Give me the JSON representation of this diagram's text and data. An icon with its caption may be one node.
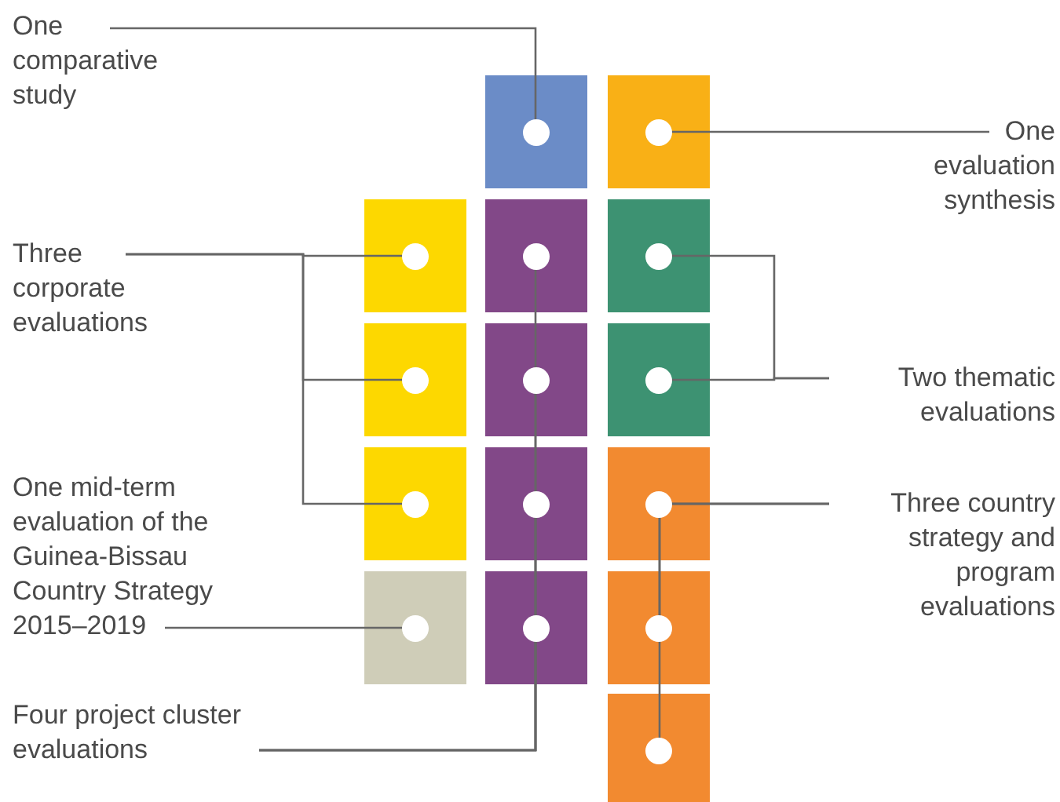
{
  "diagram": {
    "nodes": [
      {
        "text": [
          "One comparative study"
        ]
      },
      {
        "text": [
          "One evaluation synthesis"
        ]
      },
      {
        "text": [
          "Three corporate evaluations"
        ]
      },
      {
        "text": [
          "Two thematic evaluations"
        ]
      },
      {
        "text": [
          "One mid-term evaluation of the Guinea-Bissau Country Strategy 2015–2019"
        ]
      },
      {
        "text": [
          "Three country strategy and program evaluations"
        ]
      },
      {
        "text": [
          "Four project cluster evaluations"
        ]
      },
      {
        "text": [],
        "shape": "box"
      },
      {
        "text": [],
        "shape": "box"
      },
      {
        "text": [],
        "shape": "box"
      },
      {
        "text": [],
        "shape": "box"
      },
      {
        "text": [],
        "shape": "box"
      },
      {
        "text": [],
        "shape": "box"
      },
      {
        "text": [],
        "shape": "box"
      },
      {
        "text": [],
        "shape": "box"
      },
      {
        "text": [],
        "shape": "box"
      },
      {
        "text": [],
        "shape": "box"
      },
      {
        "text": [],
        "shape": "box"
      },
      {
        "text": [],
        "shape": "box"
      },
      {
        "text": [],
        "shape": "box"
      },
      {
        "text": [],
        "shape": "box"
      },
      {
        "text": [],
        "shape": "box"
      }
    ],
    "edges": [
      {
        "from": 0,
        "to": 7,
        "arrow": "none"
      },
      {
        "from": 1,
        "to": 8,
        "arrow": "none"
      },
      {
        "from": 2,
        "to": 9,
        "arrow": "none"
      },
      {
        "from": 2,
        "to": 12,
        "arrow": "none"
      },
      {
        "from": 2,
        "to": 15,
        "arrow": "none"
      },
      {
        "from": 3,
        "to": 11,
        "arrow": "none"
      },
      {
        "from": 3,
        "to": 14,
        "arrow": "none"
      },
      {
        "from": 4,
        "to": 18,
        "arrow": "none"
      },
      {
        "from": 5,
        "to": 17,
        "arrow": "none"
      },
      {
        "from": 5,
        "to": 20,
        "arrow": "none"
      },
      {
        "from": 5,
        "to": 21,
        "arrow": "none"
      },
      {
        "from": 6,
        "to": 10,
        "arrow": "none"
      },
      {
        "from": 6,
        "to": 13,
        "arrow": "none"
      },
      {
        "from": 6,
        "to": 16,
        "arrow": "none"
      },
      {
        "from": 6,
        "to": 19,
        "arrow": "none"
      }
    ]
  }
}
